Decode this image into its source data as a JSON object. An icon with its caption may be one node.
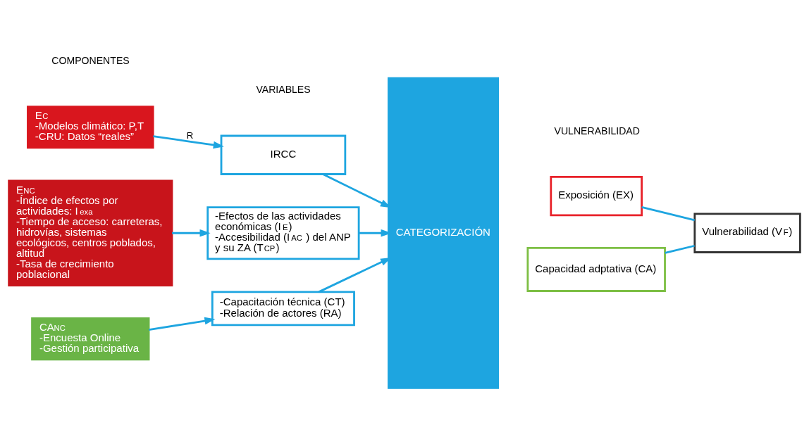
{
  "diagram": {
    "nodes": [
      {
        "text": [
          "E$_{C}$",
          "-Modelos climático: P,T",
          "-CRU: Datos “reales”"
        ]
      },
      {
        "text": [
          "E$_{NC}$",
          "-Índice de efectos por actividades: I$_{exa}$",
          "-Tiempo de acceso: carreteras, hidrovías, sistemas ecológicos, centros poblados, altitud",
          "-Tasa de crecimiento poblacional"
        ]
      },
      {
        "text": [
          "CA$_{NC}$",
          "-Encuesta Online",
          "-Gestión participativa"
        ]
      },
      {
        "text": [
          "IRCC"
        ]
      },
      {
        "text": [
          "-Efectos de las actividades económicas (I$_{E}$)",
          "-Accesibilidad (I$_{AC}$ ) del ANP y su ZA (T$_{CP}$)"
        ]
      },
      {
        "text": [
          "-Capacitación técnica (CT)",
          "-Relación de actores (RA)"
        ]
      },
      {
        "text": [
          "CATEGORIZACIÓN"
        ]
      },
      {
        "text": [
          "Exposición (EX)"
        ]
      },
      {
        "text": [
          "Capacidad adptativa (CA)"
        ]
      },
      {
        "text": [
          "Vulnerabilidad (V$_{F}$)"
        ]
      }
    ],
    "edges": [
      {
        "from": 0,
        "to": 3,
        "arrow": "to",
        "label": "R"
      },
      {
        "from": 1,
        "to": 4,
        "arrow": "to"
      },
      {
        "from": 2,
        "to": 5,
        "arrow": "to"
      },
      {
        "from": 3,
        "to": 6,
        "arrow": "to"
      },
      {
        "from": 4,
        "to": 6,
        "arrow": "to"
      },
      {
        "from": 5,
        "to": 6,
        "arrow": "to"
      },
      {
        "from": 7,
        "to": 9,
        "arrow": "none"
      },
      {
        "from": 8,
        "to": 9,
        "arrow": "none"
      }
    ],
    "labels": [
      "COMPONENTES",
      "VARIABLES",
      "VULNERABILIDAD"
    ]
  }
}
